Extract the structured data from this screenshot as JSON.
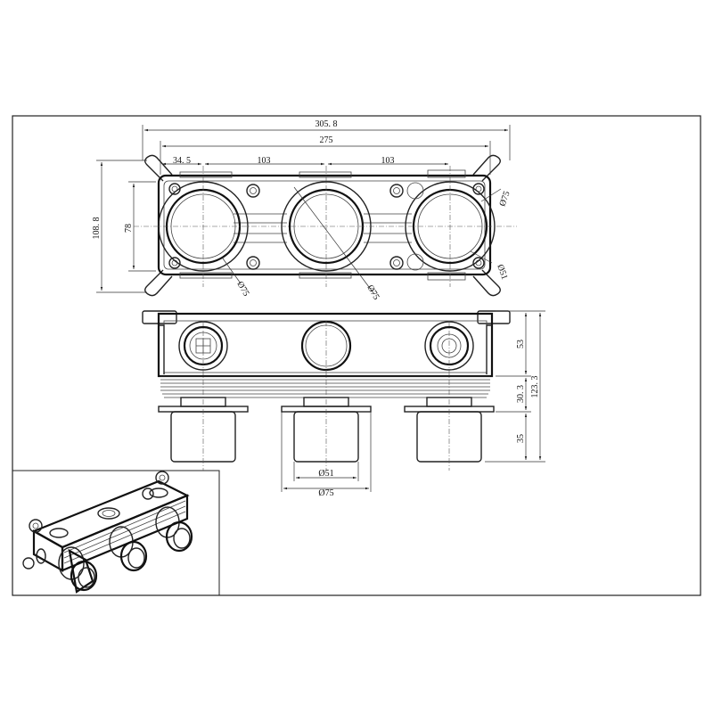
{
  "dimensions": {
    "overall_width": "305. 8",
    "inner_width": "275",
    "offset_left": "34. 5",
    "spacing_left": "103",
    "spacing_right": "103",
    "overall_height": "108. 8",
    "inner_height": "78",
    "dia_top_right": "Ø75",
    "dia_small_right": "Ø51",
    "dia_bottom_left": "Ø75",
    "dia_bottom_mid": "Ø75",
    "front_height_top": "53",
    "front_height_mid": "30. 3",
    "front_height_total": "123. 3",
    "knob_length": "35",
    "knob_inner_dia": "Ø51",
    "knob_outer_dia": "Ø75"
  }
}
